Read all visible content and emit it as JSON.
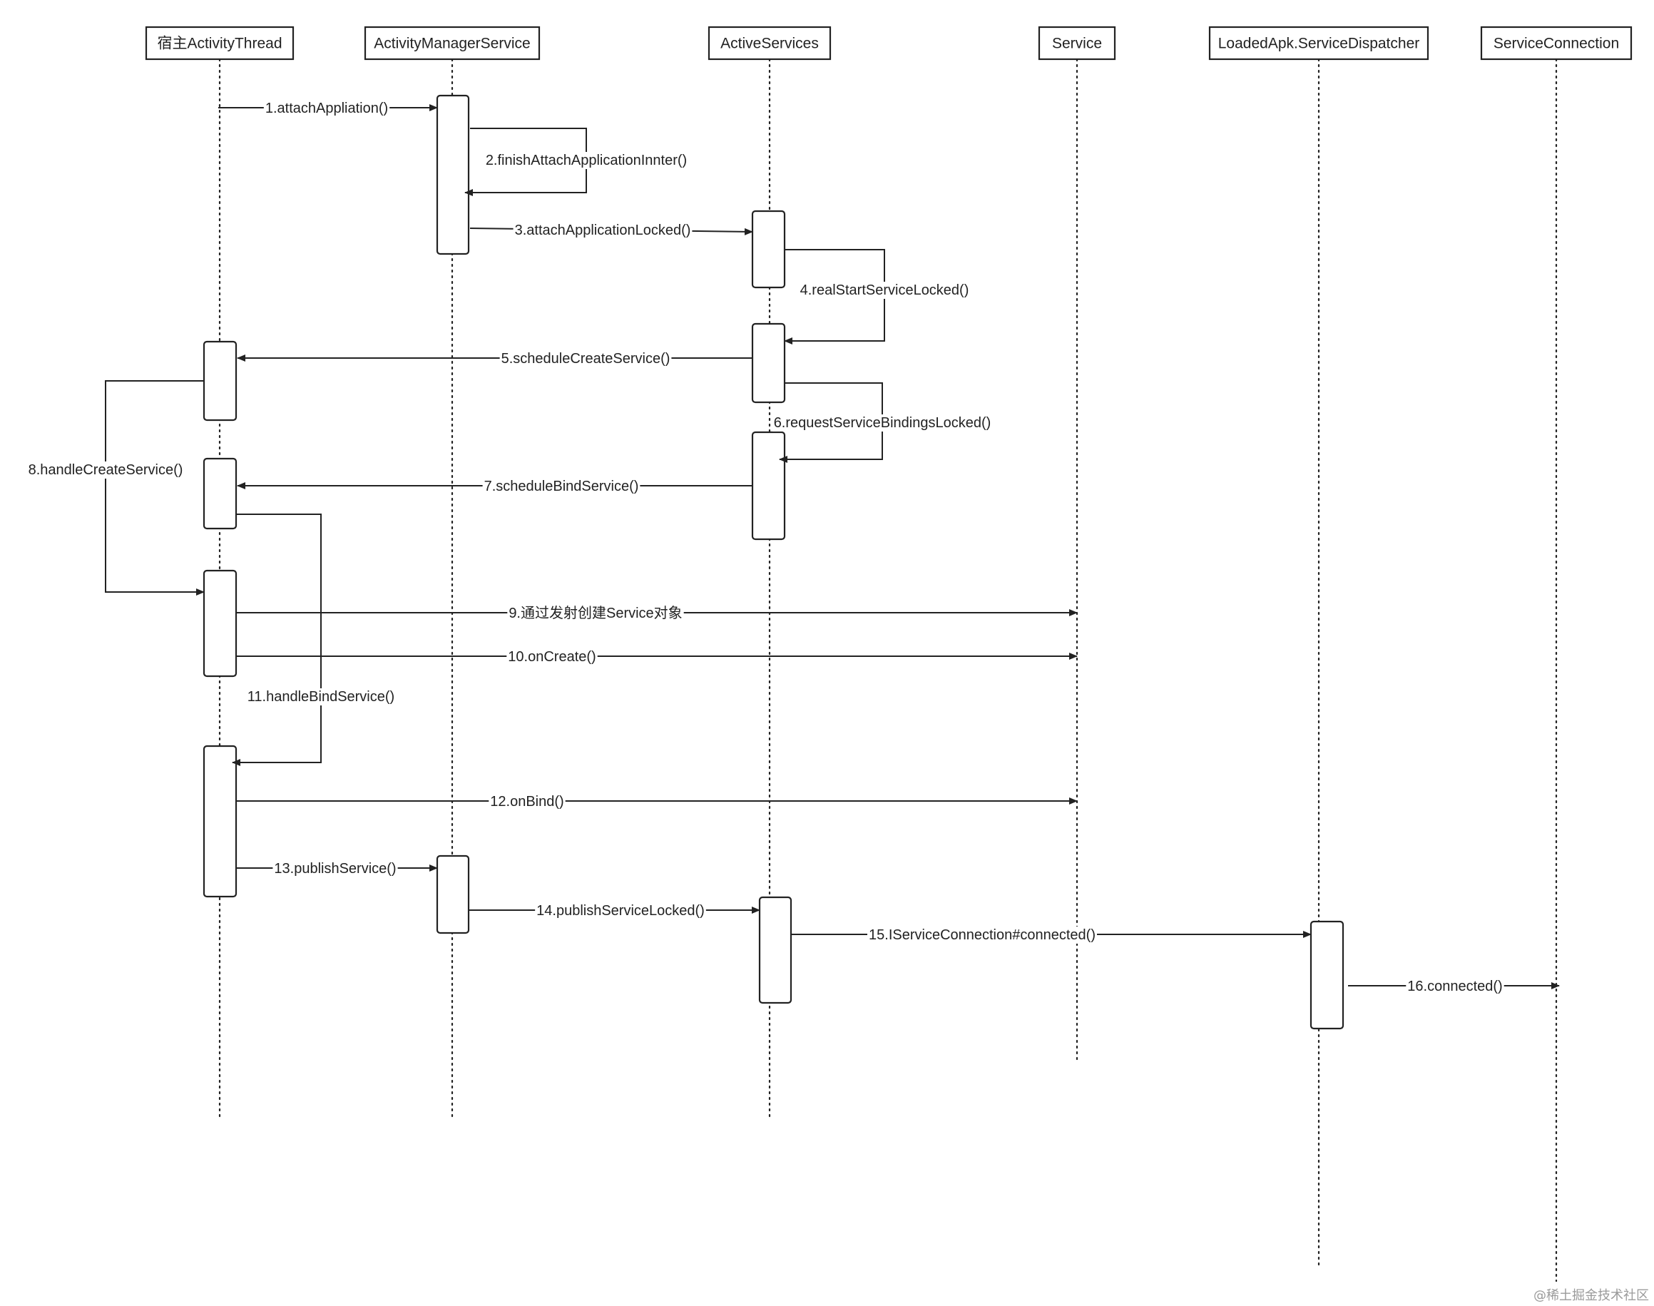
{
  "participants": [
    {
      "id": "activity_thread",
      "name": "宿主ActivityThread"
    },
    {
      "id": "ams",
      "name": "ActivityManagerService"
    },
    {
      "id": "active_services",
      "name": "ActiveServices"
    },
    {
      "id": "service",
      "name": "Service"
    },
    {
      "id": "dispatcher",
      "name": "LoadedApk.ServiceDispatcher"
    },
    {
      "id": "connection",
      "name": "ServiceConnection"
    }
  ],
  "messages": [
    {
      "label": "1.attachAppliation()",
      "from": "activity_thread",
      "to": "ams"
    },
    {
      "label": "2.finishAttachApplicationInnter()",
      "from": "ams",
      "to": "ams"
    },
    {
      "label": "3.attachApplicationLocked()",
      "from": "ams",
      "to": "active_services"
    },
    {
      "label": "4.realStartServiceLocked()",
      "from": "active_services",
      "to": "active_services"
    },
    {
      "label": "5.scheduleCreateService()",
      "from": "active_services",
      "to": "activity_thread"
    },
    {
      "label": "6.requestServiceBindingsLocked()",
      "from": "active_services",
      "to": "active_services"
    },
    {
      "label": "7.scheduleBindService()",
      "from": "active_services",
      "to": "activity_thread"
    },
    {
      "label": "8.handleCreateService()",
      "from": "activity_thread",
      "to": "activity_thread"
    },
    {
      "label": "9.通过发射创建Service对象",
      "from": "activity_thread",
      "to": "service"
    },
    {
      "label": "10.onCreate()",
      "from": "activity_thread",
      "to": "service"
    },
    {
      "label": "11.handleBindService()",
      "from": "activity_thread",
      "to": "activity_thread"
    },
    {
      "label": "12.onBind()",
      "from": "activity_thread",
      "to": "service"
    },
    {
      "label": "13.publishService()",
      "from": "activity_thread",
      "to": "ams"
    },
    {
      "label": "14.publishServiceLocked()",
      "from": "ams",
      "to": "active_services"
    },
    {
      "label": "15.IServiceConnection#connected()",
      "from": "active_services",
      "to": "dispatcher"
    },
    {
      "label": "16.connected()",
      "from": "dispatcher",
      "to": "connection"
    }
  ],
  "watermark": "@稀土掘金技术社区"
}
